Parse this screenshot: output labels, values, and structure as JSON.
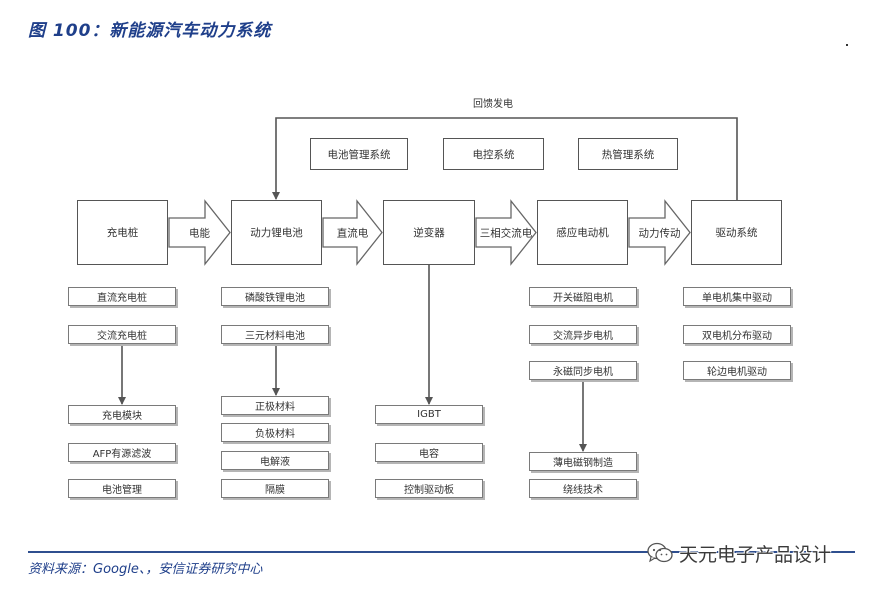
{
  "figure_title": "图 100：新能源汽车动力系统",
  "diagram": {
    "feedback_label": "回馈发电",
    "top_boxes": [
      "电池管理系统",
      "电控系统",
      "热管理系统"
    ],
    "main_boxes": [
      "充电桩",
      "动力锂电池",
      "逆变器",
      "感应电动机",
      "驱动系统"
    ],
    "flow_labels": [
      "电能",
      "直流电",
      "三相交流电",
      "动力传动"
    ],
    "columns": [
      [
        "直流充电桩",
        "交流充电桩",
        "充电模块",
        "AFP有源滤波",
        "电池管理"
      ],
      [
        "磷酸铁锂电池",
        "三元材料电池",
        "正极材料",
        "负极材料",
        "电解液",
        "隔膜"
      ],
      [
        "IGBT",
        "电容",
        "控制驱动板"
      ],
      [
        "开关磁阻电机",
        "交流异步电机",
        "永磁同步电机",
        "薄电磁钢制造",
        "绕线技术"
      ],
      [
        "单电机集中驱动",
        "双电机分布驱动",
        "轮边电机驱动"
      ]
    ]
  },
  "source": "资料来源：Google、，安信证券研究中心",
  "watermark": {
    "text": "天元电子产品设计",
    "icon": "wechat-icon"
  },
  "colors": {
    "title_blue": "#1f3f8a",
    "footer_line": "#2f4f8f",
    "box_border": "#555555",
    "connector": "#555555"
  }
}
